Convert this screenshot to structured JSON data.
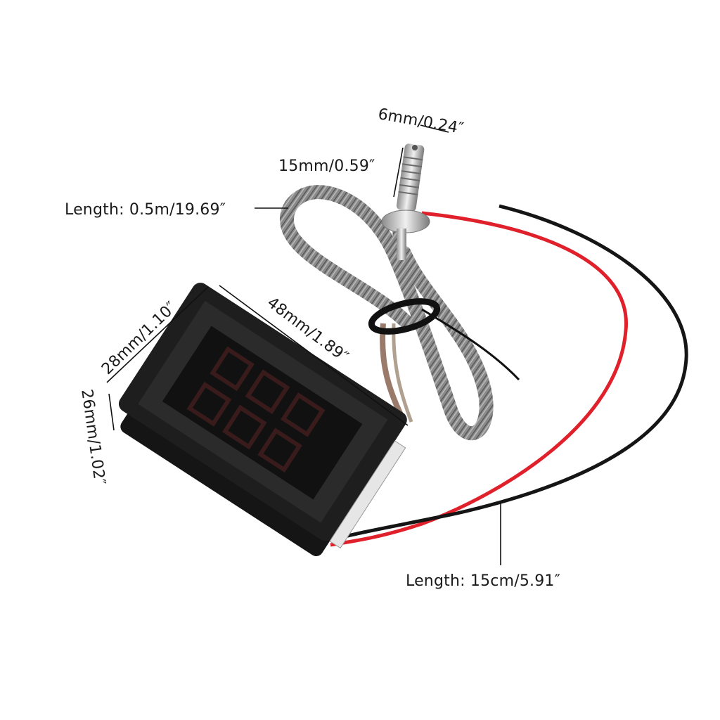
{
  "product": {
    "type": "digital thermometer panel meter with K-type thermocouple probe",
    "display": {
      "rows": 2,
      "digits_per_row": 3,
      "state": "off",
      "digit_color": "#6a2a2a"
    },
    "colors": {
      "background": "#ffffff",
      "housing": "#1e1e1e",
      "bezel": "#2b2b2b",
      "wire_red": "#e0202a",
      "wire_black": "#151515",
      "braid": "#8a8a8a",
      "probe_metal": "#c8c8c8"
    }
  },
  "dimensions": {
    "probe_diameter": "6mm/0.24″",
    "probe_thread_length": "15mm/0.59″",
    "probe_cable_length": "Length: 0.5m/19.69″",
    "panel_height": "28mm/1.10″",
    "panel_width": "48mm/1.89″",
    "panel_depth": "26mm/1.02″",
    "power_wire_length": "Length: 15cm/5.91″"
  }
}
